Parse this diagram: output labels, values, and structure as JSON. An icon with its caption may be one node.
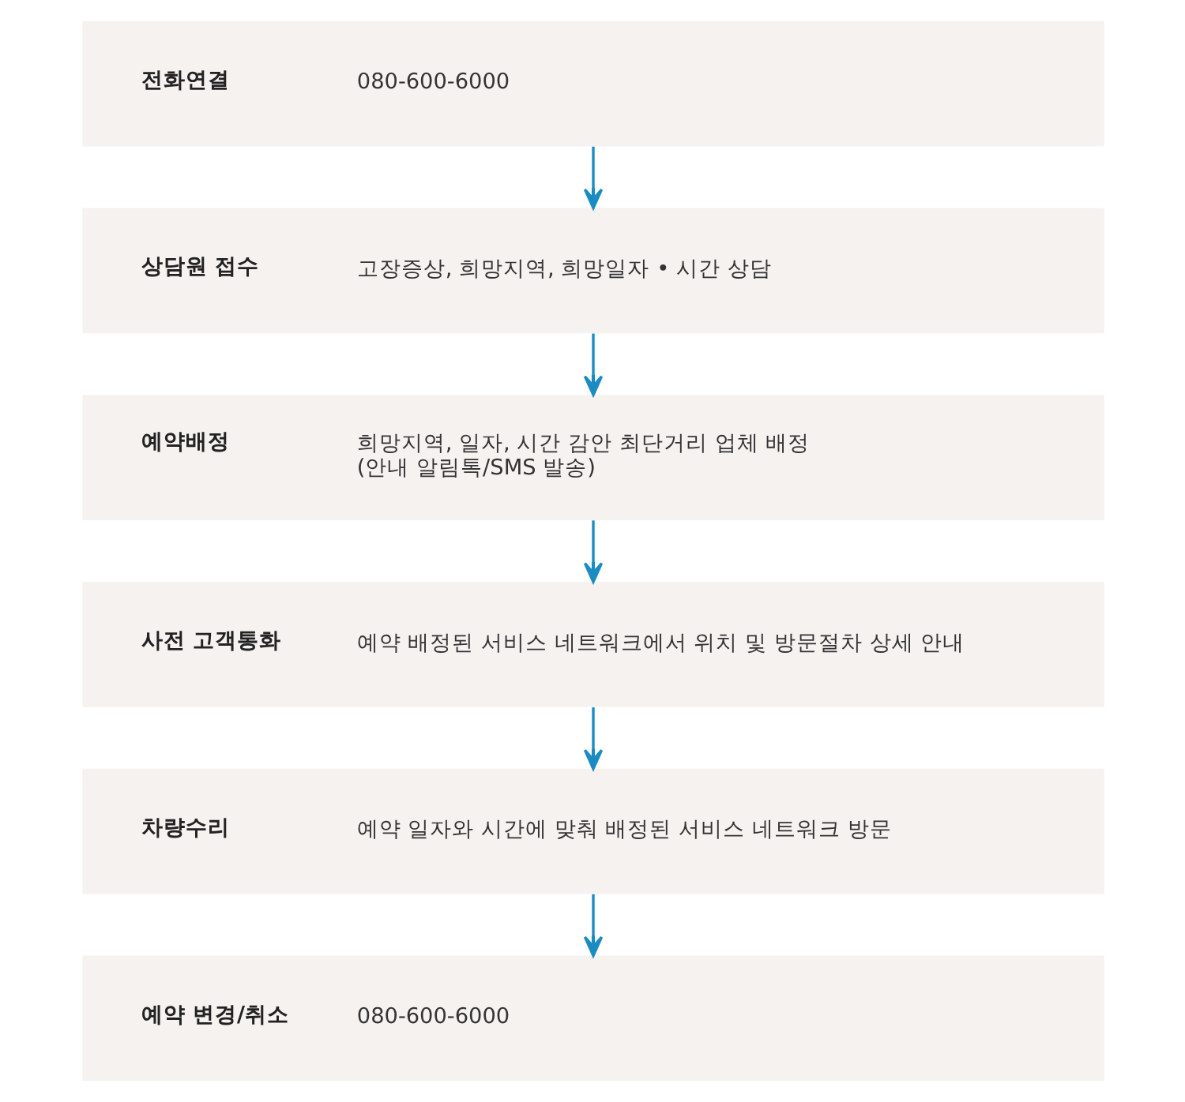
{
  "diagram": {
    "nodes": [
      {
        "text": [
          "전화연결",
          "080-600-6000"
        ]
      },
      {
        "text": [
          "상담원 접수",
          "고장증상, 희망지역, 희망일자 • 시간 상담"
        ]
      },
      {
        "text": [
          "예약배정",
          "희망지역, 일자, 시간 감안 최단거리 업체 배정 (안내 알림톡/SMS 발송)"
        ]
      },
      {
        "text": [
          "사전 고객통화",
          "예약 배정된 서비스 네트워크에서 위치 및 방문절차 상세 안내"
        ]
      },
      {
        "text": [
          "차량수리",
          "예약 일자와 시간에 맞춰 배정된 서비스 네트워크 방문"
        ]
      },
      {
        "text": [
          "예약 변경/취소",
          "080-600-6000"
        ]
      }
    ],
    "edges": [
      {
        "from": 0,
        "to": 1,
        "arrow": "to"
      },
      {
        "from": 1,
        "to": 2,
        "arrow": "to"
      },
      {
        "from": 2,
        "to": 3,
        "arrow": "to"
      },
      {
        "from": 3,
        "to": 4,
        "arrow": "to"
      },
      {
        "from": 4,
        "to": 5,
        "arrow": "to"
      }
    ]
  }
}
